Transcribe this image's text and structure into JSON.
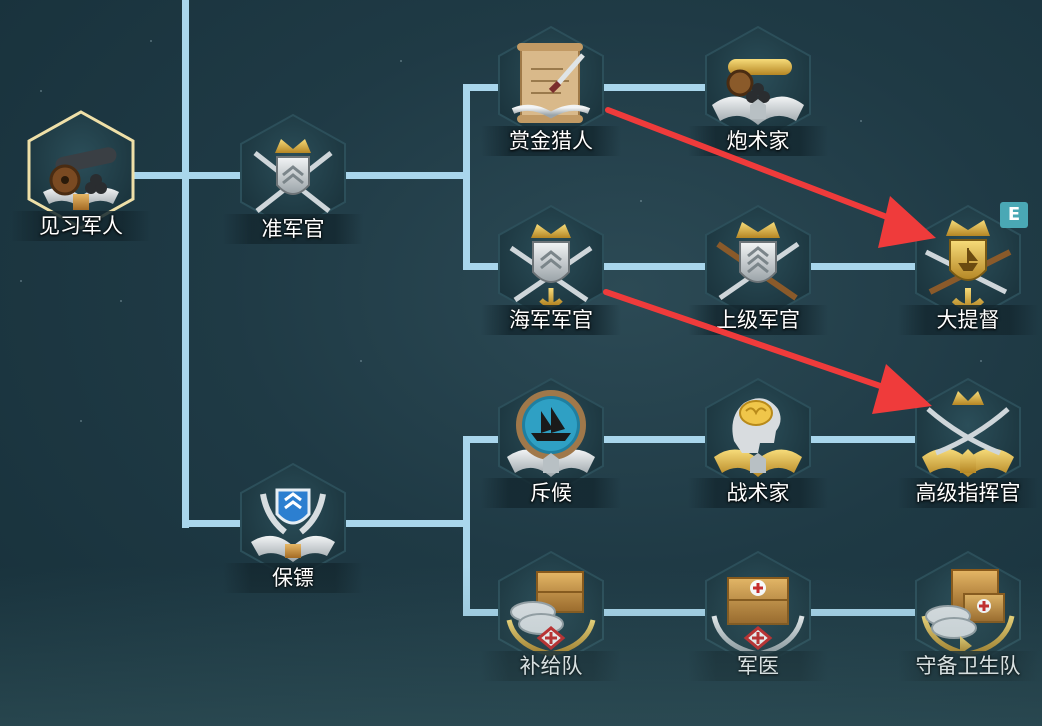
{
  "colors": {
    "connector": "#a9d6ec",
    "hex_fill": "#223f4a",
    "hex_selected_stroke": "#e8d9a0",
    "arrow": "#ef3b3b",
    "badge": "#4aa8b5"
  },
  "nodes": [
    {
      "id": "trainee",
      "label": "见习军人",
      "icon": "cannon-icon",
      "selected": true
    },
    {
      "id": "warrant",
      "label": "准军官",
      "icon": "crown-shield-swords-icon"
    },
    {
      "id": "bodyguard",
      "label": "保镖",
      "icon": "blue-shield-wings-icon"
    },
    {
      "id": "bounty",
      "label": "赏金猎人",
      "icon": "scroll-dagger-icon"
    },
    {
      "id": "gunner",
      "label": "炮术家",
      "icon": "cannon-wings-icon"
    },
    {
      "id": "naval",
      "label": "海军军官",
      "icon": "crown-chevron-shield-icon"
    },
    {
      "id": "senior",
      "label": "上级军官",
      "icon": "crown-rifles-shield-icon"
    },
    {
      "id": "admiral",
      "label": "大提督",
      "icon": "crown-anchor-ship-icon",
      "badge": "E"
    },
    {
      "id": "scout",
      "label": "斥候",
      "icon": "ship-globe-icon"
    },
    {
      "id": "tactician",
      "label": "战术家",
      "icon": "brain-head-icon"
    },
    {
      "id": "commander",
      "label": "高级指挥官",
      "icon": "crown-crossed-swords-icon"
    },
    {
      "id": "supply",
      "label": "补给队",
      "icon": "crates-scrolls-icon"
    },
    {
      "id": "medic",
      "label": "军医",
      "icon": "medical-crate-icon"
    },
    {
      "id": "garrison",
      "label": "守备卫生队",
      "icon": "medical-crates-scrolls-icon"
    }
  ]
}
